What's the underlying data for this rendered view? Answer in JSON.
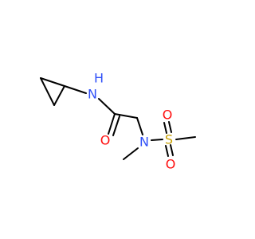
{
  "molecule": {
    "atoms": [
      {
        "id": "N1",
        "label": "N",
        "color": "#3050F8"
      },
      {
        "id": "H1",
        "label": "H",
        "color": "#3050F8"
      },
      {
        "id": "O1",
        "label": "O",
        "color": "#FF0D0D"
      },
      {
        "id": "N2",
        "label": "N",
        "color": "#3050F8"
      },
      {
        "id": "S1",
        "label": "S",
        "color": "#C8A000"
      },
      {
        "id": "O2",
        "label": "O",
        "color": "#FF0D0D"
      },
      {
        "id": "O3",
        "label": "O",
        "color": "#FF0D0D"
      }
    ],
    "bond_color": "#000000"
  }
}
